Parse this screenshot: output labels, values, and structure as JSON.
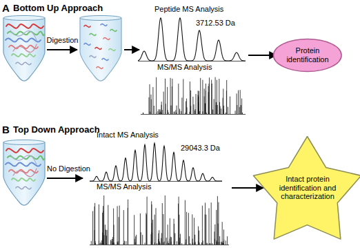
{
  "diagram": {
    "nodes": [
      {
        "text": [
          "Protein identification"
        ]
      },
      {
        "text": [
          "Intact protein identification and characterization"
        ]
      }
    ],
    "labels": [
      "A",
      "Bottom Up Approach",
      "Digestion",
      "Peptide MS Analysis",
      "3712.53 Da",
      "MS/MS Analysis",
      "B",
      "Top Down Approach",
      "No Digestion",
      "Intact MS Analysis",
      "29043.3 Da",
      "MS/MS Analysis"
    ]
  }
}
